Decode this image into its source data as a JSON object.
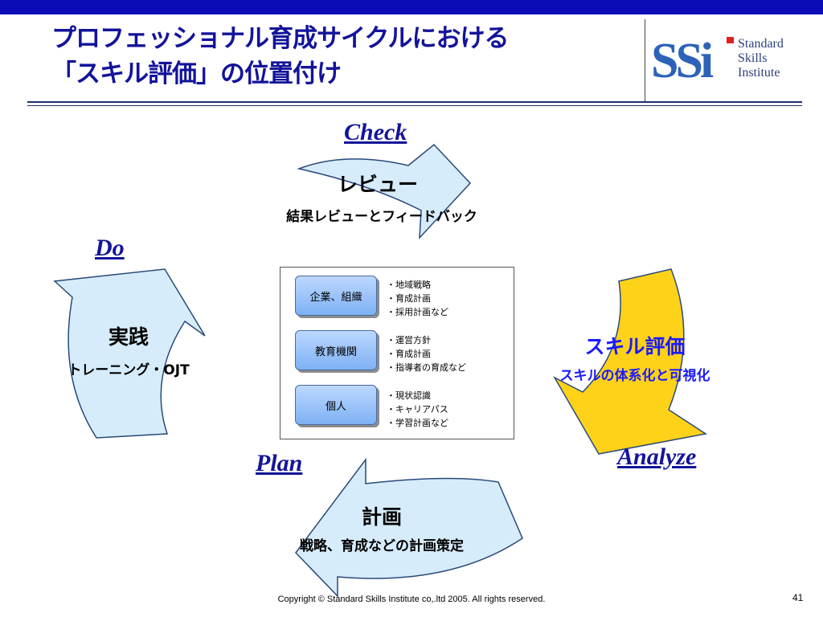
{
  "header": {
    "title_line1": "プロフェッショナル育成サイクルにおける",
    "title_line2": "「スキル評価」の位置付け"
  },
  "logo": {
    "mark": "SSi",
    "line1": "Standard",
    "line2": "Skills",
    "line3": "Institute"
  },
  "cycle": {
    "check": {
      "phase": "Check",
      "title": "レビュー",
      "subtitle": "結果レビューとフィードバック"
    },
    "do": {
      "phase": "Do",
      "title": "実践",
      "subtitle": "トレーニング・OJT"
    },
    "analyze": {
      "phase": "Analyze",
      "title": "スキル評価",
      "subtitle": "スキルの体系化と可視化"
    },
    "plan": {
      "phase": "Plan",
      "title": "計画",
      "subtitle": "戦略、育成などの計画策定"
    }
  },
  "center": {
    "groups": [
      {
        "label": "企業、組織",
        "items": [
          "・地域戦略",
          "・育成計画",
          "・採用計画など"
        ]
      },
      {
        "label": "教育機関",
        "items": [
          "・運営方針",
          "・育成計画",
          "・指導者の育成など"
        ]
      },
      {
        "label": "個人",
        "items": [
          "・現状認識",
          "・キャリアパス",
          "・学習計画など"
        ]
      }
    ]
  },
  "footer": {
    "copyright": "Copyright © Standard Skills Institute co,.ltd 2005. All rights reserved.",
    "page_number": "41"
  },
  "colors": {
    "title": "#13139a",
    "top_bar": "#0b0bb8",
    "arrow_light_blue": "#d6ecfb",
    "arrow_yellow": "#ffd21a",
    "analyze_text": "#1a1aff"
  }
}
